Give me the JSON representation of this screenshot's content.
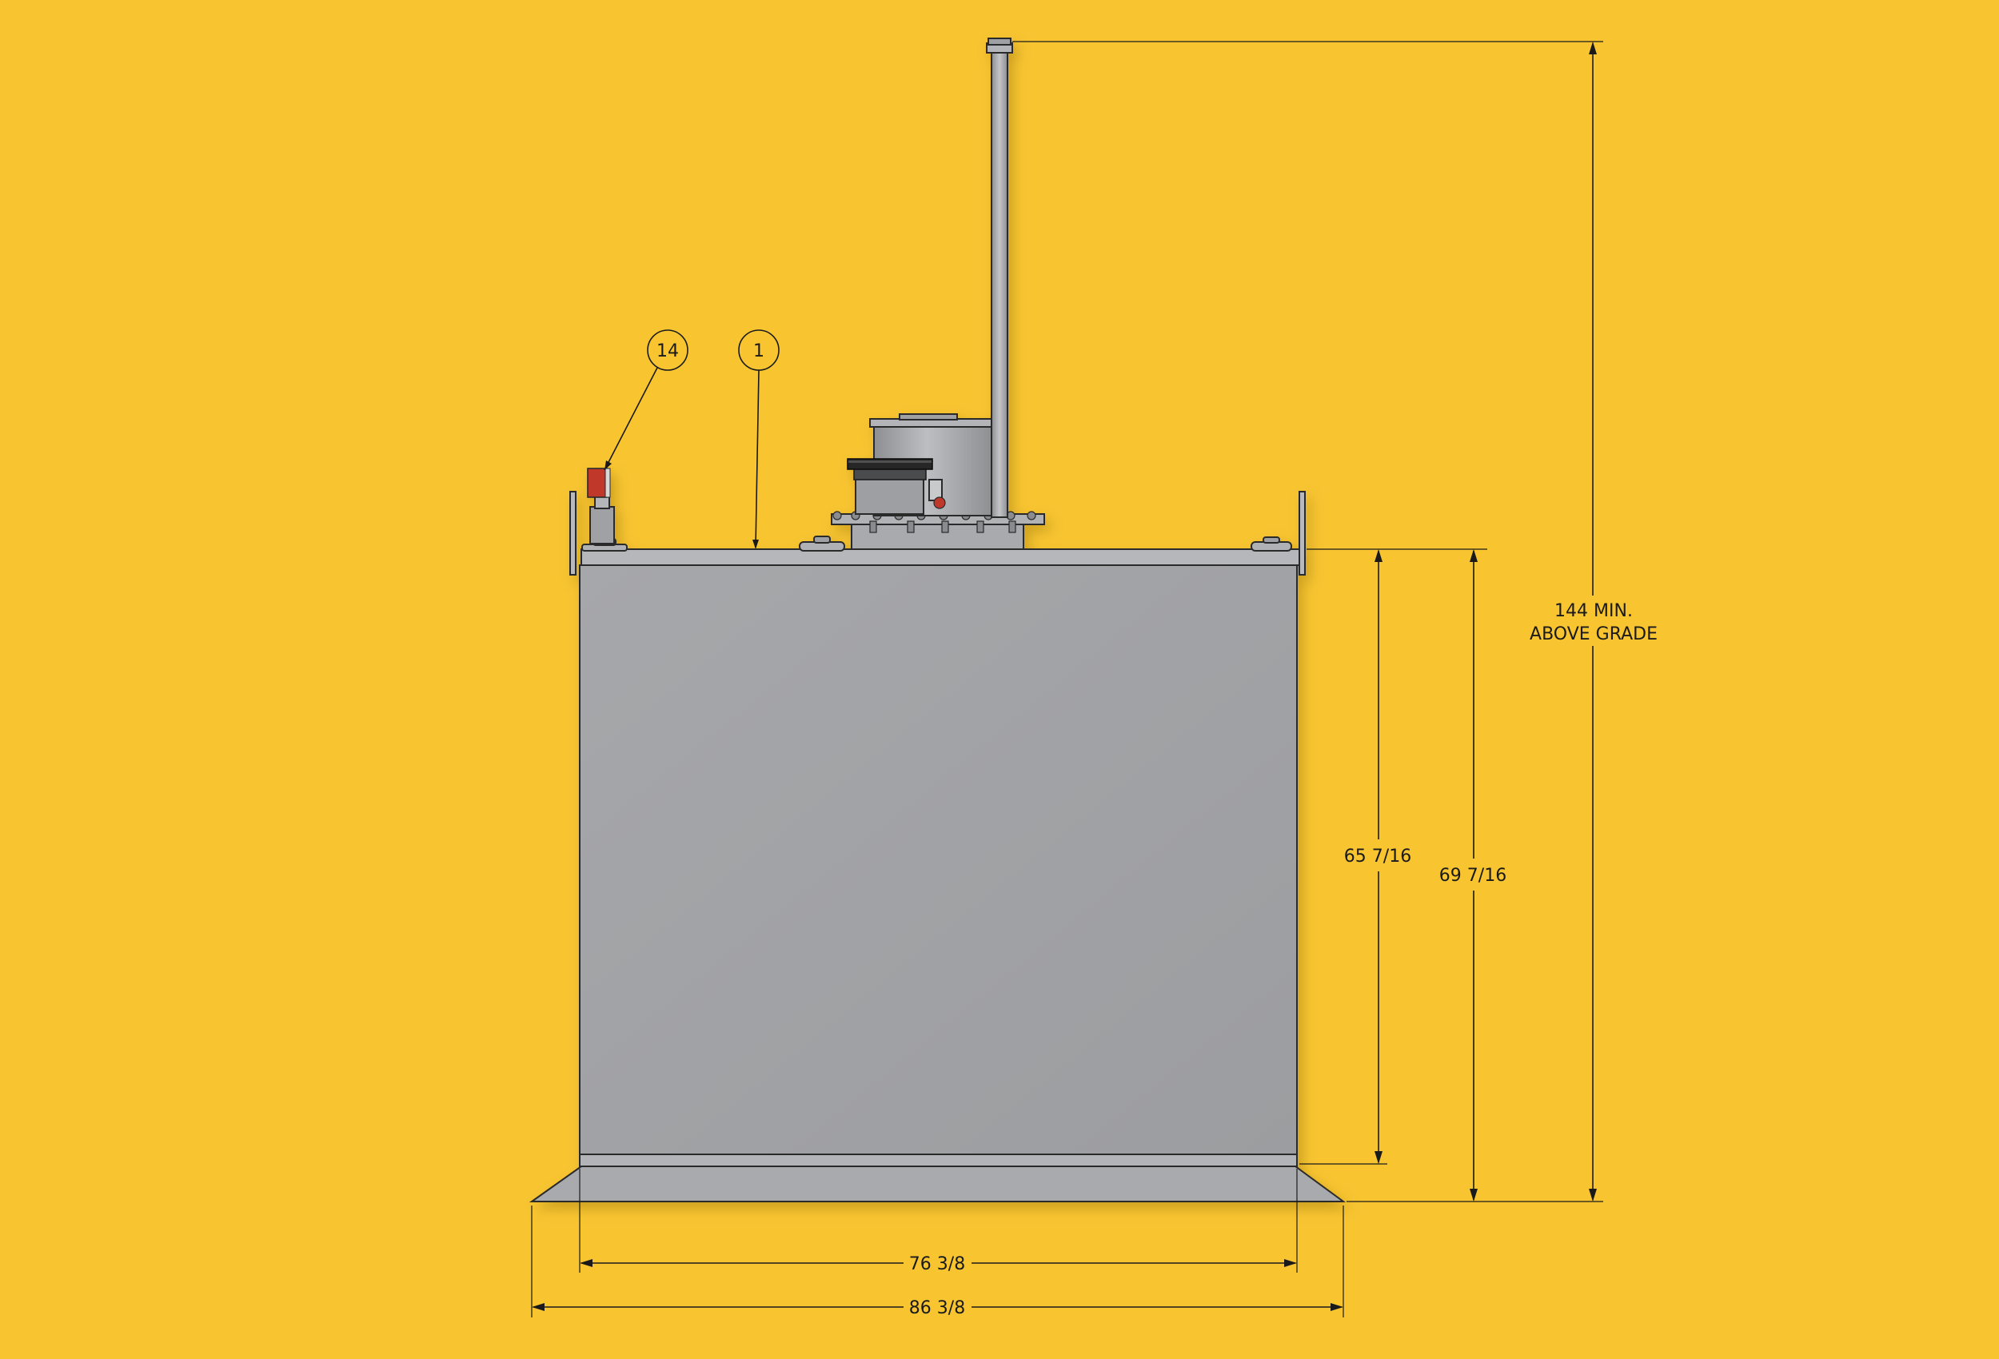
{
  "colors": {
    "background": "#F8C531",
    "tank_body": "#A3A4A7",
    "tank_trim": "#B8B9BC",
    "outline": "#2B2B2B",
    "fitting_dark": "#1E1E1E",
    "gauge_red": "#C0392B"
  },
  "balloons": [
    {
      "id": "balloon-14",
      "label": "14"
    },
    {
      "id": "balloon-1",
      "label": "1"
    }
  ],
  "dimensions": {
    "overall_height_line1": "144 MIN.",
    "overall_height_line2": "ABOVE GRADE",
    "tank_height_inner": "65 7/16",
    "tank_height_overall": "69 7/16",
    "tank_width": "76 3/8",
    "base_width": "86 3/8"
  }
}
